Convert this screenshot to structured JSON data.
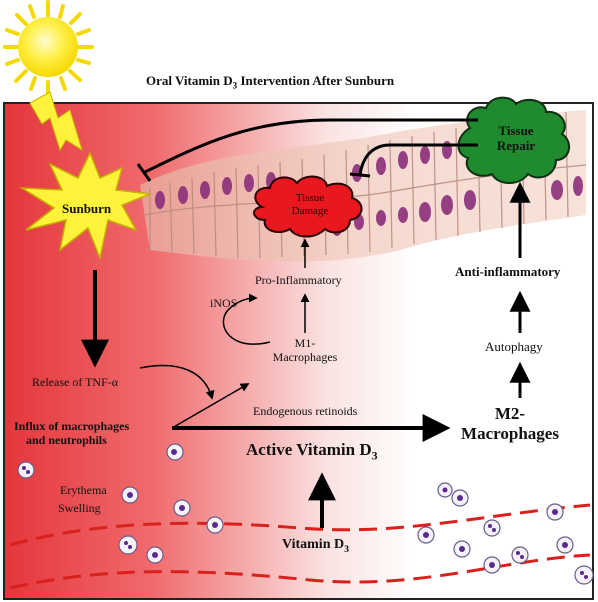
{
  "title": "Oral Vitamin D",
  "title_sub": "3",
  "title_rest": " Intervention After Sunburn",
  "nodes": {
    "sunburn": "Sunburn",
    "tissue_damage_line1": "Tissue",
    "tissue_damage_line2": "Damage",
    "tissue_repair_line1": "Tissue",
    "tissue_repair_line2": "Repair",
    "pro_inflammatory": "Pro-Inflammatory",
    "inos": "iNOS",
    "m1_line1": "M1-",
    "m1_line2": "Macrophages",
    "anti_inflammatory": "Anti-inflammatory",
    "autophagy": "Autophagy",
    "m2_line1": "M2-",
    "m2_line2": "Macrophages",
    "release_tnf": "Release of TNF-α",
    "influx_line1": "Influx of macrophages",
    "influx_line2": "and  neutrophils",
    "endogenous_retinoids": "Endogenous retinoids",
    "active_vitd": "Active Vitamin  D",
    "active_vitd_sub": "3",
    "erythema": "Erythema",
    "swelling": "Swelling",
    "vitamin_d3": "Vitamin D",
    "vitamin_d3_sub": "3"
  },
  "colors": {
    "background_red": "#e8353b",
    "sun_yellow": "#ffee00",
    "tissue_damage_red": "#e8181e",
    "tissue_repair_green": "#1f8a2e",
    "vessel_dash": "#d9201c"
  }
}
